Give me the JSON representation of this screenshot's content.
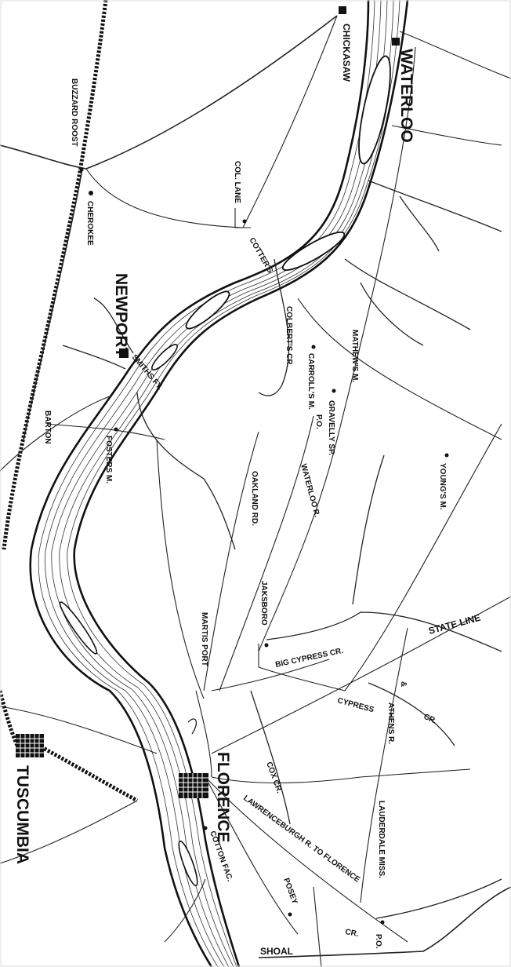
{
  "map": {
    "places": {
      "chickasaw": "CHICKASAW",
      "waterloo": "WATERLOO",
      "buzzard_roost": "BUZZARD ROOST",
      "col_lane": "COL. LANE",
      "cherokee": "CHEROKEE",
      "cotters": "COTTER'S",
      "newport": "NEWPORT",
      "colberts_cr": "COLBERT'S CR.",
      "carrolls_m": "CARROLL'S M.",
      "mathews_m": "MATHEW'S M.",
      "gravelly_sp": "GRAVELLY SP.",
      "gravelly_po": "P.O.",
      "smiths_fy": "SMITHS FY.",
      "barton": "BARTON",
      "fosters_m": "FOSTERS M.",
      "youngs_m": "YOUNG'S M.",
      "oakland_rd": "OAKLAND RD.",
      "waterloo_r": "WATERLOO R.",
      "jaksboro": "JAKSBORO",
      "state_line": "STATE LINE",
      "martis_port": "MARTIS PORT",
      "big_cypress_cr": "BIG CYPRESS CR.",
      "cypress_cr": "CYPRESS",
      "cypress_cr2": "CR.",
      "athens_r": "ATHENS R.",
      "amp": "&",
      "tuscumbia": "TUSCUMBIA",
      "florence": "FLORENCE",
      "cox_cr": "COX CR.",
      "lawrenceburgh": "LAWRENCEBURGH R. TO FLORENCE",
      "cotton_fac": "COTTON FAC.",
      "posey": "POSEY",
      "lauderdale": "LAUDERDALE MISS.",
      "shoal": "SHOAL",
      "shoal_cr": "CR.",
      "po_shoal": "P.O."
    }
  }
}
